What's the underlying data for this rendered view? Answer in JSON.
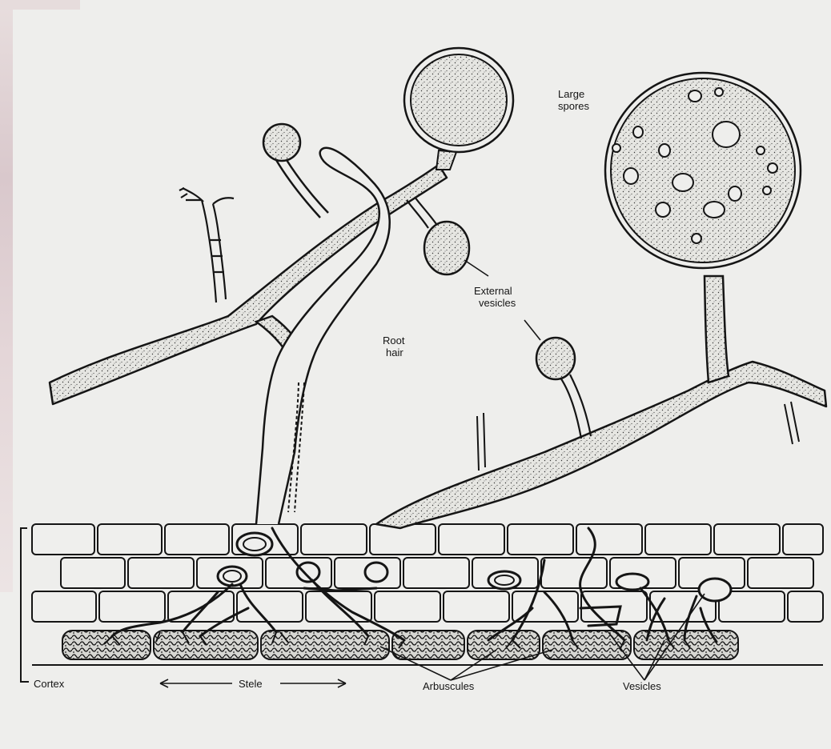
{
  "labels": {
    "large_spores": [
      "Large",
      "spores"
    ],
    "external_vesicles": [
      "External",
      "vesicles"
    ],
    "root_hair": [
      "Root",
      "hair"
    ],
    "cortex": "Cortex",
    "stele": "Stele",
    "arbuscules": "Arbuscules",
    "vesicles": "Vesicles"
  },
  "colors": {
    "ink": "#151515",
    "paper": "#eeeeec",
    "stipple": "#dcdcd8"
  }
}
